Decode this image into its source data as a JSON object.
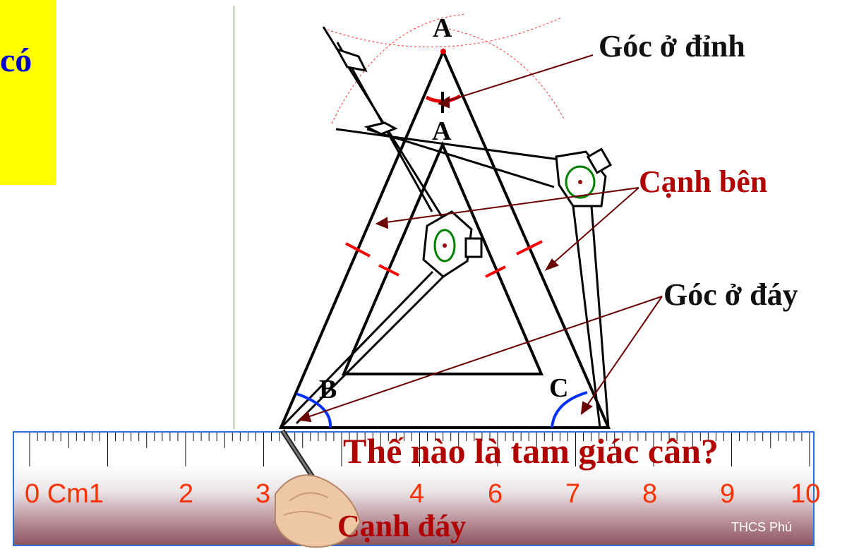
{
  "left_panel": {
    "text": "có"
  },
  "vertices": {
    "a_outer": "A",
    "a_inner": "A",
    "b": "B",
    "c": "C"
  },
  "annotations": {
    "apex_angle": "Góc ở đỉnh",
    "side_edge": "Cạnh bên",
    "base_angle": "Góc ở đáy",
    "base_edge": "Cạnh đáy"
  },
  "question": "Thế nào là tam giác cân?",
  "ruler": {
    "numbers": [
      "0 Cm1",
      "2",
      "3",
      "4",
      "6",
      "7",
      "8",
      "9",
      "10"
    ],
    "brand": "THCS Phú"
  },
  "colors": {
    "yellow_box": "#ffff00",
    "title_blue": "#0000cc",
    "annotation_red": "#b00000",
    "ruler_digits": "#ff3000",
    "angle_arc_blue": "#0030ff",
    "tick_red": "#ff0000"
  },
  "icons": [
    "compass-icon",
    "hand-with-pencil-icon"
  ]
}
